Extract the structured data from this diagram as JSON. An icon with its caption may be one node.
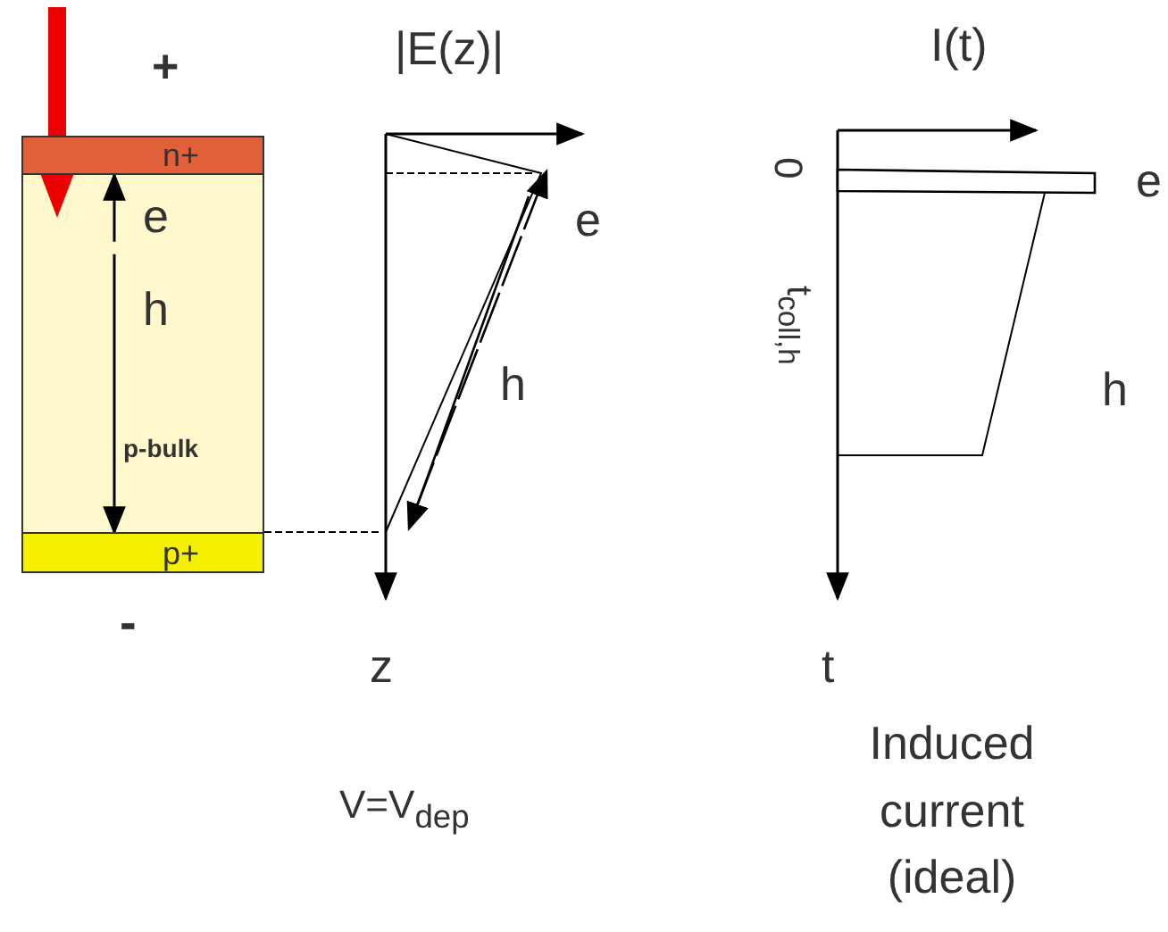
{
  "diagram": {
    "nodes": [
      {
        "text": [
          "n+"
        ]
      },
      {
        "text": [
          "p-bulk"
        ]
      },
      {
        "text": [
          "p+"
        ]
      }
    ],
    "edges": [
      {
        "from": 1,
        "to": 0,
        "arrow": "to"
      },
      {
        "from": 1,
        "to": 2,
        "arrow": "to"
      }
    ],
    "labels": [
      "+",
      "e",
      "h",
      "-",
      "|E(z)|",
      "e",
      "h",
      "z",
      "V=V$_{dep}$",
      "I(t)",
      "0",
      "e",
      "t$_{coll,h}$",
      "h",
      "t",
      "Induced current (ideal)"
    ]
  }
}
